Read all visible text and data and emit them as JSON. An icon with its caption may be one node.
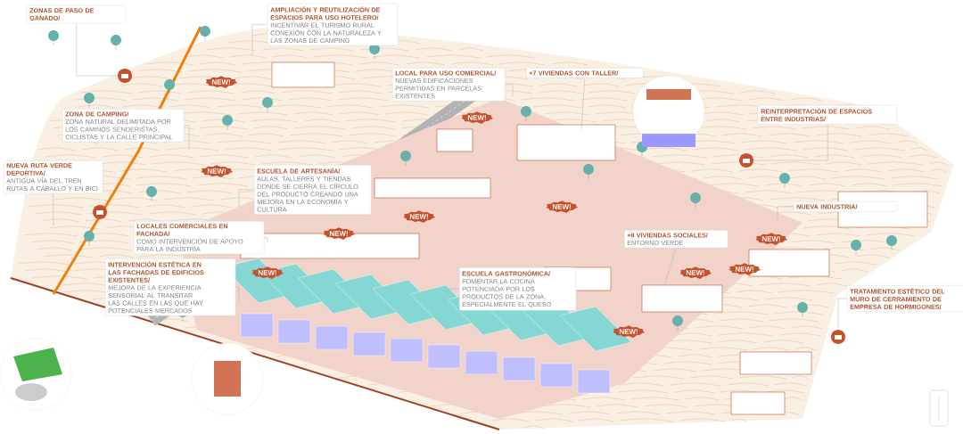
{
  "diagram": {
    "nodes": [
      {
        "text": [
          "ZONAS DE PASO DE GANADO/"
        ]
      },
      {
        "text": [
          "AMPLIACIÓN Y REUTILIZACIÓN DE ESPACIOS PARA USO HOTELERO/",
          "INCENTIVAR EL TURISMO RURAL CONEXIÓN CON LA NATURALEZA Y LAS ZONAS DE CAMPING"
        ]
      },
      {
        "text": [
          "LOCAL PARA USO COMERCIAL/",
          "NUEVAS EDIFICACIONES PERMITIDAS EN PARCELAS EXISTENTES"
        ]
      },
      {
        "text": [
          "+7 VIVIENDAS CON TALLER/"
        ]
      },
      {
        "text": [
          "REINTERPRETACIÓN DE ESPACIOS ENTRE INDUSTRIAS/"
        ]
      },
      {
        "text": [
          "ZONA DE CAMPING/",
          "ZONA NATURAL DELIMITADA POR LOS CAMINOS SENDERISTAS, CICLISTAS Y LA CALLE PRINCIPAL"
        ]
      },
      {
        "text": [
          "NUEVA RUTA VERDE DEPORTIVA/",
          "ANTIGUA VÍA DEL TREN RUTAS A CABALLO Y EN BICI"
        ]
      },
      {
        "text": [
          "ESCUELA DE ARTESANÍA/",
          "AULAS, TALLERES Y TIENDAS DONDE SE CIERRA EL CÍRCULO DEL PRODUCTO CREANDO UNA MEJORA EN LA ECONOMÍA Y CULTURA"
        ]
      },
      {
        "text": [
          "LOCALES COMERCIALES EN FACHADA/",
          "COMO INTERVENCIÓN DE APOYO PARA LA INDUSTRIA"
        ]
      },
      {
        "text": [
          "NUEVA INDUSTRIA/"
        ]
      },
      {
        "text": [
          "INTERVENCIÓN ESTÉTICA EN LAS FACHADAS DE EDIFICIOS EXISTENTES/",
          "MEJORA DE LA EXPERIENCIA SENSORIAL AL TRANSITAR LAS CALLES EN LAS QUE HAY POTENCIALES MERCADOS"
        ]
      },
      {
        "text": [
          "+8 VIVIENDAS SOCIALES/",
          "ENTORNO VERDE"
        ]
      },
      {
        "text": [
          "ESCUELA GASTRONÓMICA/",
          "FOMENTAR LA COCINA POTENCIADA POR LOS PRODUCTOS DE LA ZONA, ESPECIALMENTE EL QUESO"
        ]
      },
      {
        "text": [
          "TRATAMIENTO ESTÉTICO DEL MURO DE CERRAMIENTO DE EMPRESA DE HORMIGONES/"
        ]
      }
    ],
    "edges": [
      {
        "from": 0,
        "to": null,
        "arrow": "none"
      },
      {
        "from": 1,
        "to": null,
        "arrow": "none"
      },
      {
        "from": 2,
        "to": null,
        "arrow": "none"
      },
      {
        "from": 3,
        "to": null,
        "arrow": "none"
      },
      {
        "from": 4,
        "to": null,
        "arrow": "none"
      },
      {
        "from": 5,
        "to": null,
        "arrow": "none"
      },
      {
        "from": 6,
        "to": null,
        "arrow": "none"
      },
      {
        "from": 7,
        "to": null,
        "arrow": "none"
      },
      {
        "from": 8,
        "to": null,
        "arrow": "none"
      },
      {
        "from": 9,
        "to": null,
        "arrow": "none"
      },
      {
        "from": 10,
        "to": null,
        "arrow": "none"
      },
      {
        "from": 11,
        "to": null,
        "arrow": "none"
      },
      {
        "from": 12,
        "to": null,
        "arrow": "none"
      },
      {
        "from": 13,
        "to": null,
        "arrow": "none"
      }
    ],
    "labels": [
      "NEW!",
      "NEW!",
      "NEW!",
      "NEW!",
      "NEW!",
      "NEW!",
      "NEW!",
      "NEW!",
      "NEW!",
      "NEW!",
      "NEW!"
    ]
  }
}
